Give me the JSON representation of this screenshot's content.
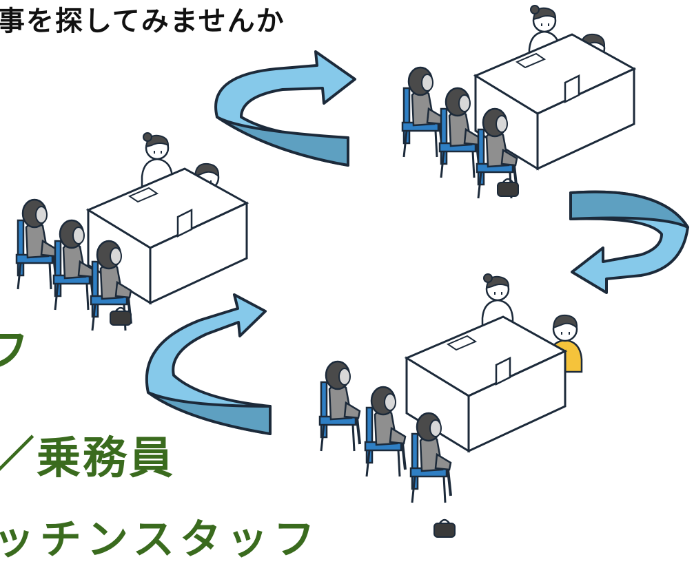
{
  "headline": "事を探してみませんか",
  "jobs": [
    "フ",
    "／乗務員",
    "ッチンスタッフ"
  ],
  "colors": {
    "arrow_light": "#86c9ea",
    "arrow_dark": "#5ea0c1",
    "outline": "#1c2a3a",
    "chair": "#2f7fc4",
    "applicant": "#8f8f8f",
    "staff_white": "#ffffff",
    "staff_yellow": "#f5c33b",
    "job_text": "#3a6b1e"
  }
}
